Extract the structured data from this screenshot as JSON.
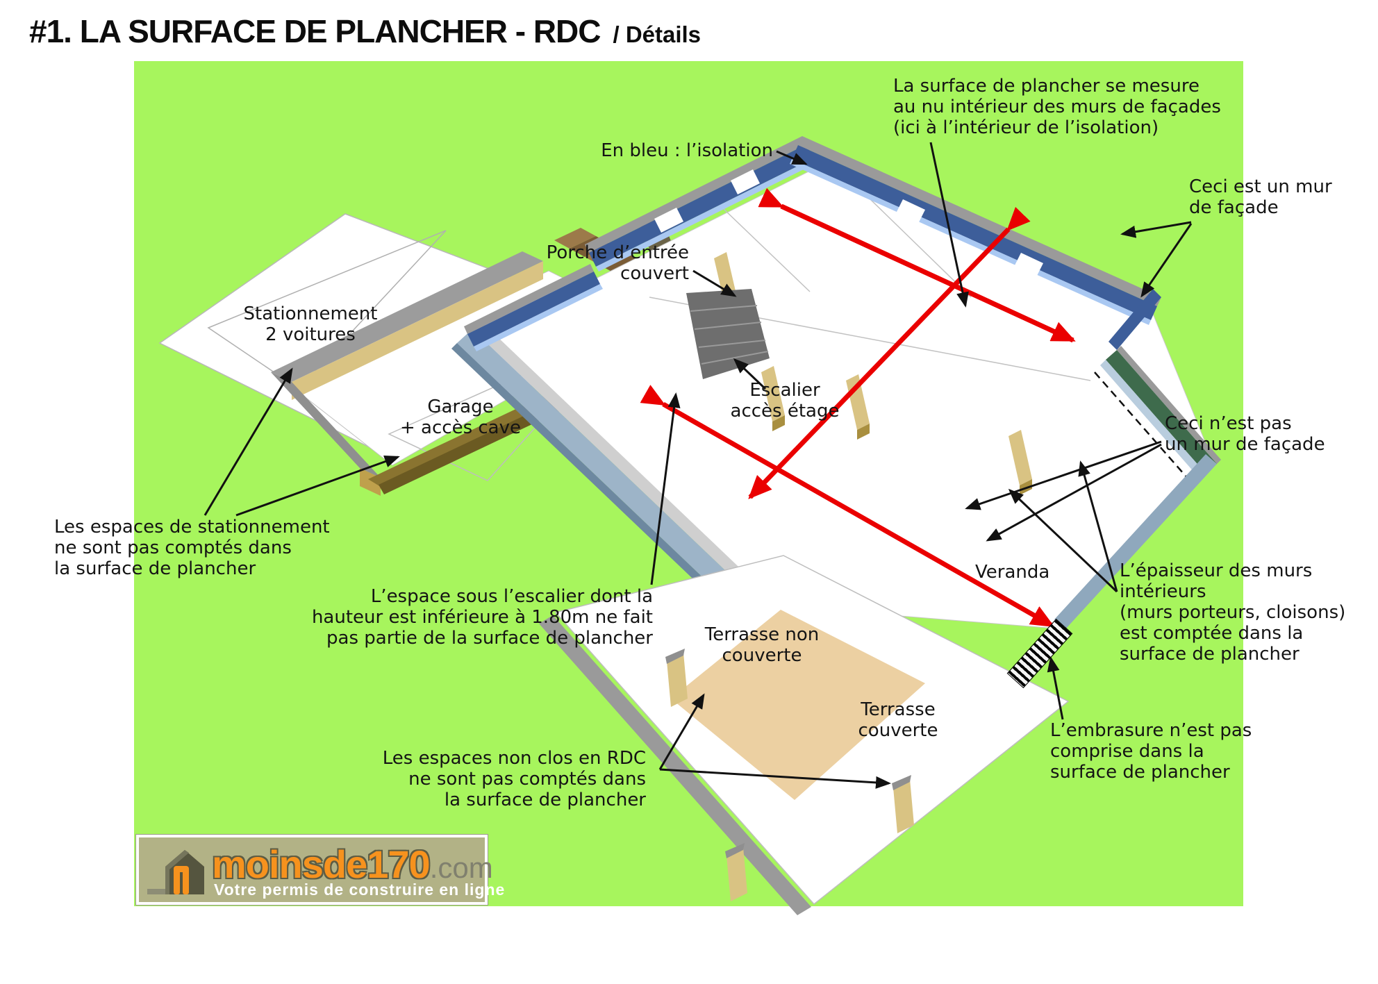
{
  "title": {
    "main": "#1. LA SURFACE DE PLANCHER - RDC",
    "suffix": "/ Détails"
  },
  "annotations": {
    "measure": {
      "lines": [
        "La surface de plancher se mesure",
        "au nu intérieur des murs de façades",
        "(ici à l’intérieur de l’isolation)"
      ]
    },
    "isolation": {
      "lines": [
        "En bleu : l’isolation"
      ]
    },
    "mur_facade": {
      "lines": [
        "Ceci est un mur",
        "de façade"
      ]
    },
    "porche": {
      "lines": [
        "Porche d’entrée",
        "couvert"
      ]
    },
    "stationnement": {
      "lines": [
        "Stationnement",
        "2 voitures"
      ]
    },
    "garage": {
      "lines": [
        "Garage",
        "+ accès cave"
      ]
    },
    "escalier": {
      "lines": [
        "Escalier",
        "accès étage"
      ]
    },
    "pas_mur_facade": {
      "lines": [
        "Ceci n’est pas",
        "un mur de façade"
      ]
    },
    "stationnement_note": {
      "lines": [
        "Les espaces de stationnement",
        "ne sont pas comptés dans",
        "la surface de plancher"
      ]
    },
    "escalier_note": {
      "lines": [
        "L’espace sous l’escalier dont la",
        "hauteur est inférieure à 1.80m ne fait",
        "pas partie de la surface de plancher"
      ]
    },
    "veranda": {
      "lines": [
        "Veranda"
      ]
    },
    "murs_interieurs": {
      "lines": [
        "L’épaisseur des murs",
        "intérieurs",
        "(murs porteurs, cloisons)",
        "est comptée dans la",
        "surface de plancher"
      ]
    },
    "terrasse_non_couverte": {
      "lines": [
        "Terrasse non",
        "couverte"
      ]
    },
    "terrasse_couverte": {
      "lines": [
        "Terrasse",
        "couverte"
      ]
    },
    "non_clos_note": {
      "lines": [
        "Les espaces non clos en RDC",
        "ne sont pas comptés dans",
        "la surface de plancher"
      ]
    },
    "embrasure": {
      "lines": [
        "L’embrasure n’est pas",
        "comprise dans la",
        "surface de plancher"
      ]
    }
  },
  "logo": {
    "brand": "moinsde170",
    "tld": ".com",
    "tagline": "Votre permis de construire en ligne"
  },
  "colors": {
    "background_green": "#a7f55d",
    "wall_blue_dark": "#3d5e9a",
    "wall_blue_isolation": "#a9c8f2",
    "wall_gray_cap": "#9a9a9a",
    "wall_tan": "#d9c383",
    "terrace_tan": "#ecd0a2",
    "veranda_glass_green": "#3e6b4c",
    "veranda_slate": "#8fa8bd",
    "arrow_red": "#ea0000",
    "leader_black": "#111111",
    "logo_orange": "#f6921e",
    "logo_background": "#b2b286"
  }
}
